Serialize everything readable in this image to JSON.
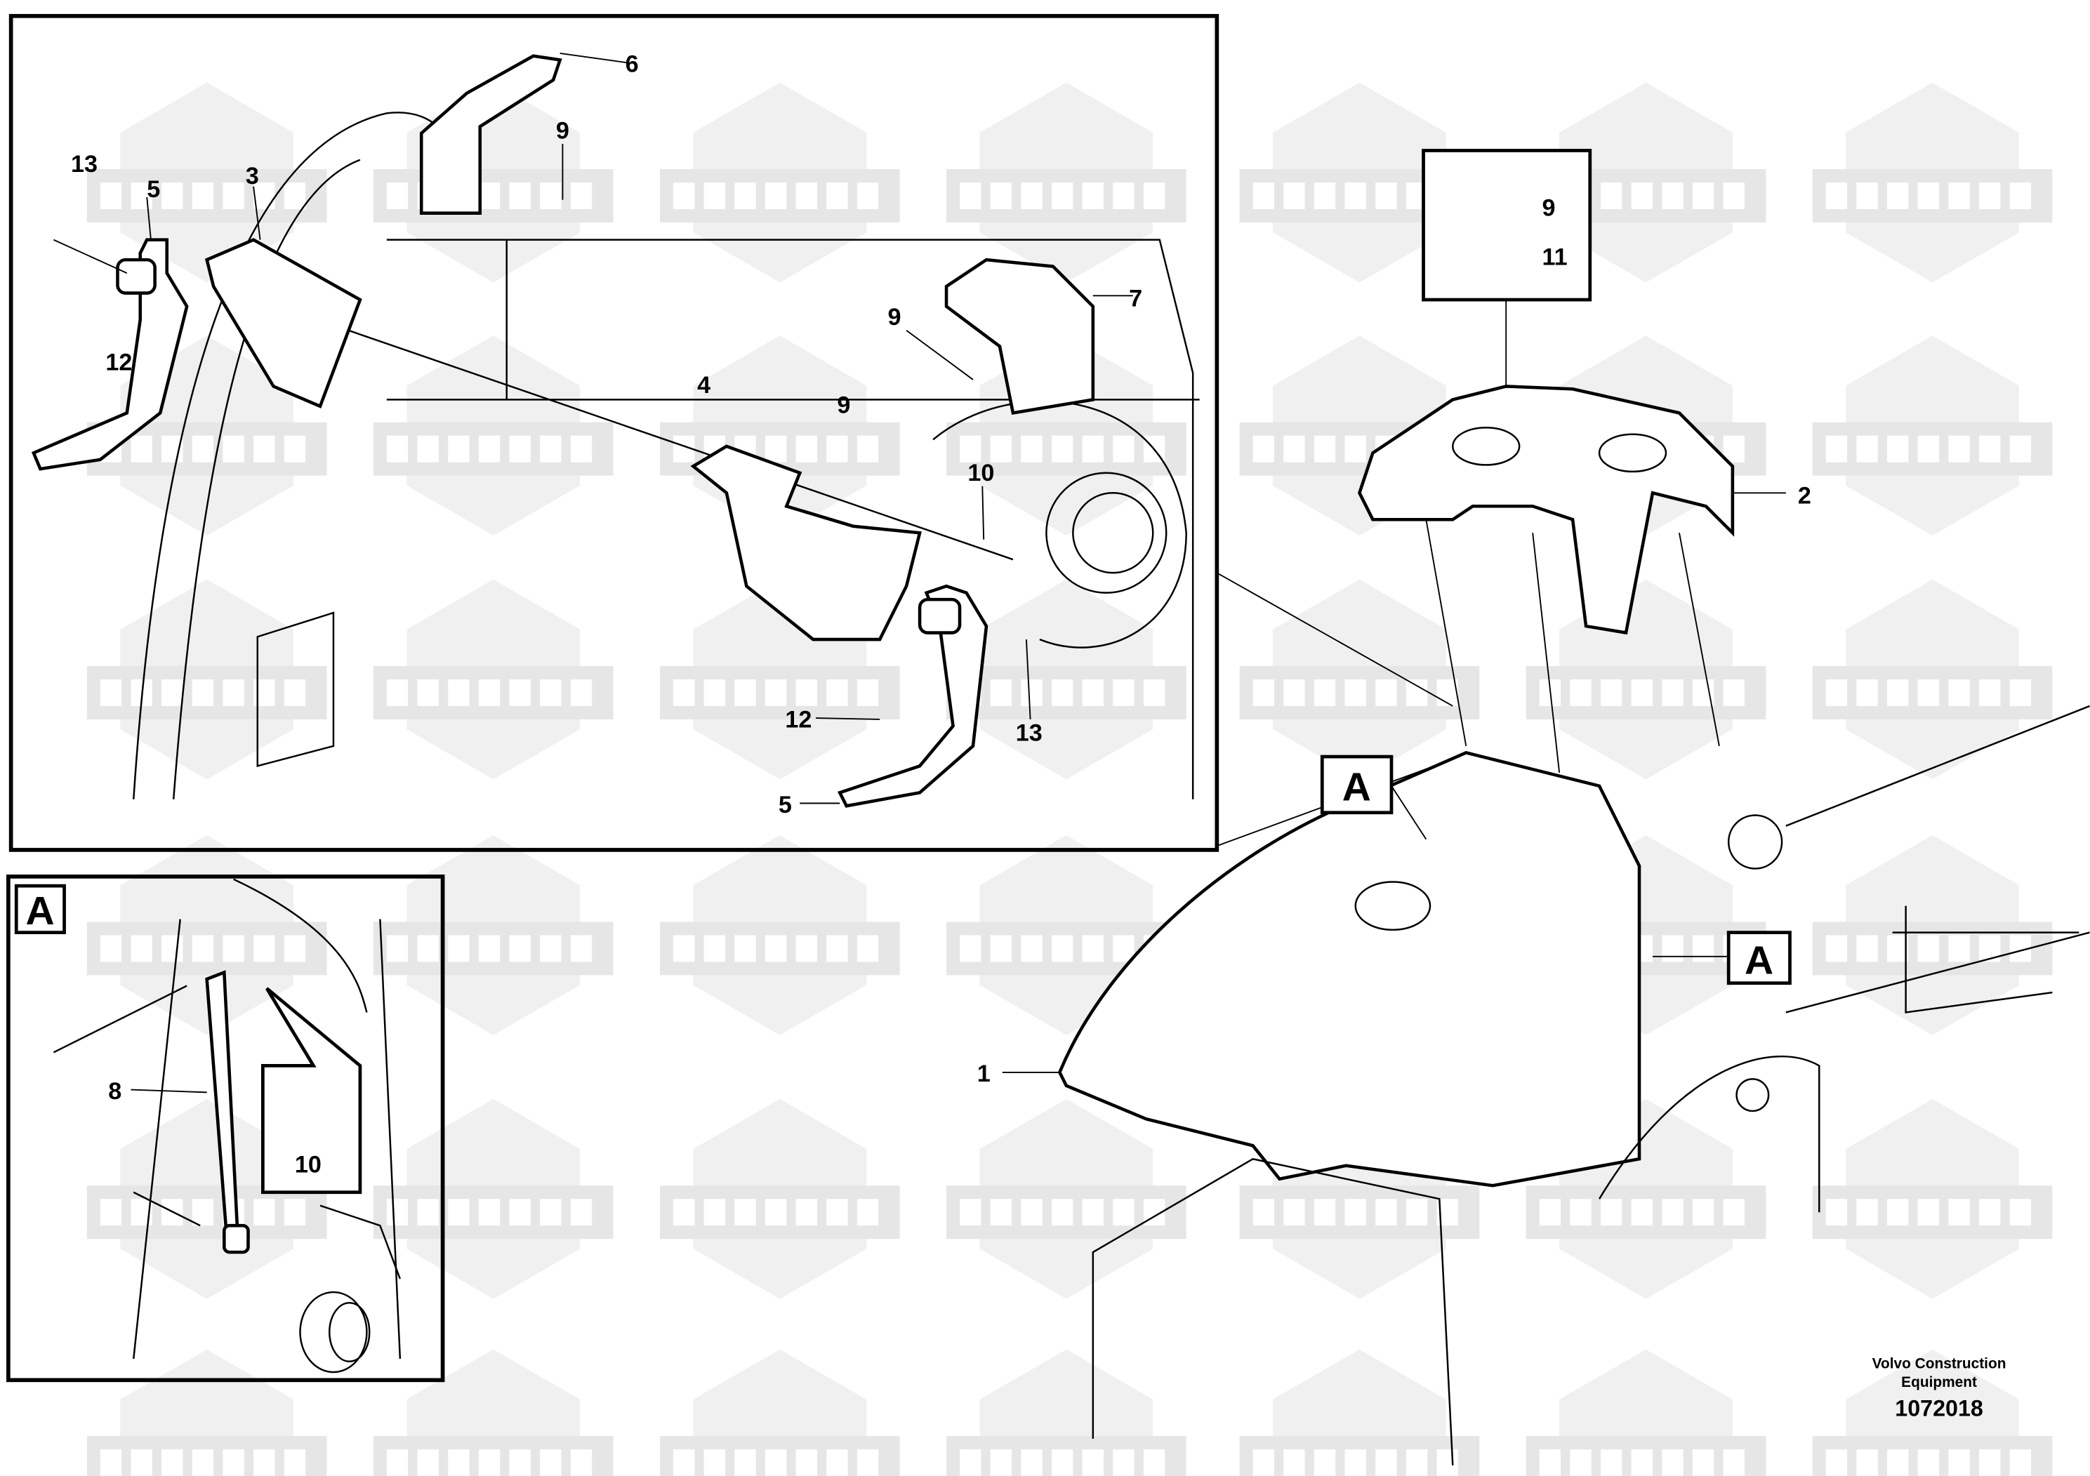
{
  "watermark": {
    "text_cyrillic": "КОМПАРТ",
    "text_latin": "COMPART",
    "color": "#e6e6e6"
  },
  "detail_view_label": "A",
  "callouts": {
    "top_box": [
      "6",
      "9",
      "13",
      "5",
      "3",
      "12",
      "7",
      "9",
      "4",
      "9",
      "10",
      "13",
      "12",
      "5"
    ],
    "view_a_box": [
      "8",
      "10"
    ],
    "top_right_box": [
      "9",
      "11"
    ],
    "main": [
      "2",
      "1"
    ]
  },
  "footer": {
    "company_line1": "Volvo Construction",
    "company_line2": "Equipment",
    "drawing_number": "1072018"
  }
}
